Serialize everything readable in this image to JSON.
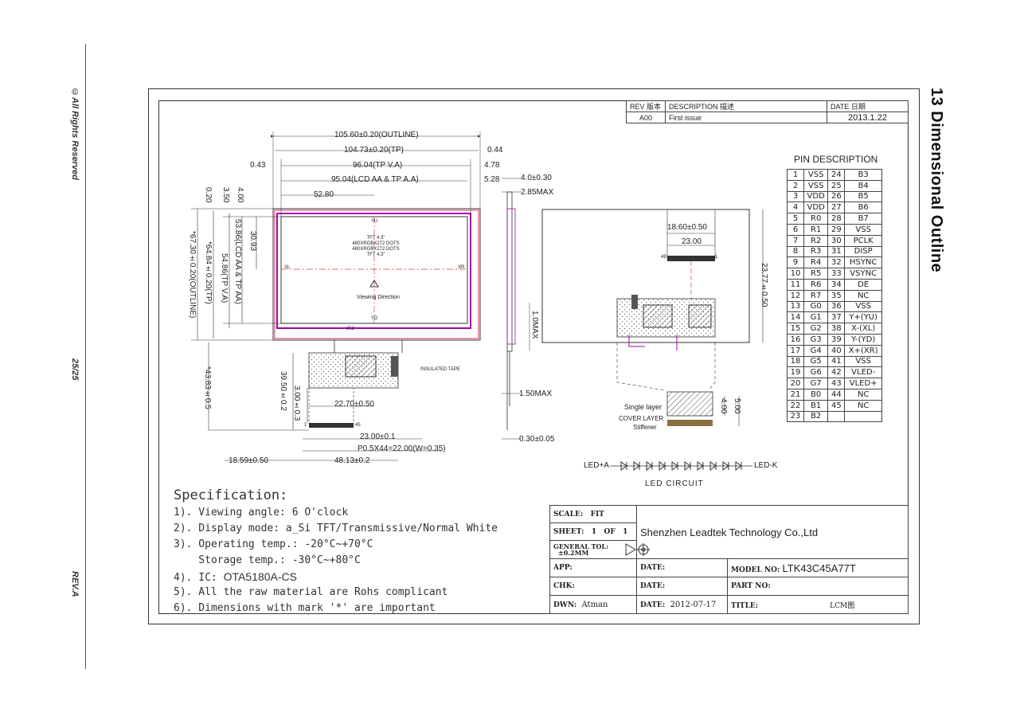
{
  "side": {
    "rights": "©All Rights Reserved",
    "page": "25/25",
    "rev": "REV.A",
    "section_title": "13 Dimensional Outline"
  },
  "rev_table": {
    "headers": [
      "REV 版本",
      "DESCRIPTION 描述",
      "DATE 日期"
    ],
    "rows": [
      [
        "A00",
        "First issue",
        "2013.1.22"
      ]
    ]
  },
  "front_view": {
    "dims": {
      "outline_w": "105.60±0.20(OUTLINE)",
      "tp_w": "104.73±0.20(TP)",
      "tpva_w": "96.04(TP V.A)",
      "lcdaa_w": "95.04(LCD AA & TP A.A)",
      "half_w": "52.80",
      "d044": "0.44",
      "d043": "0.43",
      "d478": "4.78",
      "d528": "5.28",
      "outline_h": "*67.30±0.20(OUTLINE)",
      "tp_h": "*64.84±0.20(TP)",
      "tpva_h": "54.86(TP V.A)",
      "lcdaa_h": "53.86(LCD AA & TP AA)",
      "half_h": "30.93",
      "d020": "0.20",
      "d350": "3.50",
      "d400": "4.00",
      "fpc_total": "*43.83±0.5",
      "fpc_mid": "39.50±0.2",
      "fpc_small": "3.00±0.3",
      "fpc_22": "22.70±0.50",
      "fpc_23": "23.00±0.1",
      "fpc_pitch": "P0.5X44=22.00(W=0.35)",
      "fpc_1859": "18.59±0.50",
      "fpc_4813": "48.13±0.2"
    },
    "labels": {
      "yu": "YU",
      "yd": "YD",
      "xl": "XL",
      "xr": "XR",
      "tft1": "TFT 4.3\"",
      "tft2": "480XRGBX272 DOTS",
      "tft3": "480XRGBX272 DOTS",
      "tft4": "TFT 4.3\"",
      "viewing": "Viewing Direction",
      "insulated": "INSULATED TAPE",
      "pin1": "1",
      "pin45": "45",
      "r252": "252"
    }
  },
  "side_view": {
    "d400": "4.0±0.30",
    "d285": "2.85MAX",
    "d150": "1.50MAX",
    "d030": "0.30±0.05",
    "d10": "1.0MAX"
  },
  "back_view": {
    "d1860": "18.60±0.50",
    "d2300": "23.00",
    "d2377": "23.77±0.50",
    "d400": "4.00",
    "d500": "5.00",
    "single": "Single layer",
    "cover": "COVER LAYER",
    "stiffener": "Stiffener",
    "pin48": "48",
    "pin1": "1"
  },
  "led": {
    "left": "LED+A",
    "right": "LED-K",
    "title": "LED CIRCUIT",
    "diode_count": 10
  },
  "pin_description": {
    "title": "PIN DESCRIPTION",
    "rows": [
      [
        "1",
        "VSS",
        "24",
        "B3"
      ],
      [
        "2",
        "VSS",
        "25",
        "B4"
      ],
      [
        "3",
        "VDD",
        "26",
        "B5"
      ],
      [
        "4",
        "VDD",
        "27",
        "B6"
      ],
      [
        "5",
        "R0",
        "28",
        "B7"
      ],
      [
        "6",
        "R1",
        "29",
        "VSS"
      ],
      [
        "7",
        "R2",
        "30",
        "PCLK"
      ],
      [
        "8",
        "R3",
        "31",
        "DISP"
      ],
      [
        "9",
        "R4",
        "32",
        "HSYNC"
      ],
      [
        "10",
        "R5",
        "33",
        "VSYNC"
      ],
      [
        "11",
        "R6",
        "34",
        "DE"
      ],
      [
        "12",
        "R7",
        "35",
        "NC"
      ],
      [
        "13",
        "G0",
        "36",
        "VSS"
      ],
      [
        "14",
        "G1",
        "37",
        "Y+(YU)"
      ],
      [
        "15",
        "G2",
        "38",
        "X-(XL)"
      ],
      [
        "16",
        "G3",
        "39",
        "Y-(YD)"
      ],
      [
        "17",
        "G4",
        "40",
        "X+(XR)"
      ],
      [
        "18",
        "G5",
        "41",
        "VSS"
      ],
      [
        "19",
        "G6",
        "42",
        "VLED-"
      ],
      [
        "20",
        "G7",
        "43",
        "VLED+"
      ],
      [
        "21",
        "B0",
        "44",
        "NC"
      ],
      [
        "22",
        "B1",
        "45",
        "NC"
      ],
      [
        "23",
        "B2",
        "",
        ""
      ]
    ]
  },
  "specification": {
    "title": "Specification:",
    "items": [
      "1). Viewing angle: 6 O'clock",
      "2). Display mode: a_Si TFT/Transmissive/Normal White",
      "3). Operating temp.: -20°C~+70°C",
      "    Storage temp.: -30°C~+80°C",
      "4). IC: ",
      "5). All the raw material are Rohs complicant",
      "6). Dimensions with mark '*' are important"
    ],
    "ic": "OTA5180A-CS"
  },
  "title_block": {
    "scale_label": "SCALE:",
    "scale": "FIT",
    "sheet_label": "SHEET:",
    "sheet": "1",
    "of": "OF",
    "sheet_total": "1",
    "tol_label": "GENERAL TOL:",
    "tol": "±0.2MM",
    "company": "Shenzhen Leadtek Technology Co.,Ltd",
    "app": "APP:",
    "chk": "CHK:",
    "dwn": "DWN:",
    "dwn_name": "Atman",
    "date": "DATE:",
    "date_val": "2012-07-17",
    "model_label": "MODEL NO:",
    "model": "LTK43C45A77T",
    "part_label": "PART NO:",
    "title_label": "TITLE:",
    "title": "LCM图"
  }
}
